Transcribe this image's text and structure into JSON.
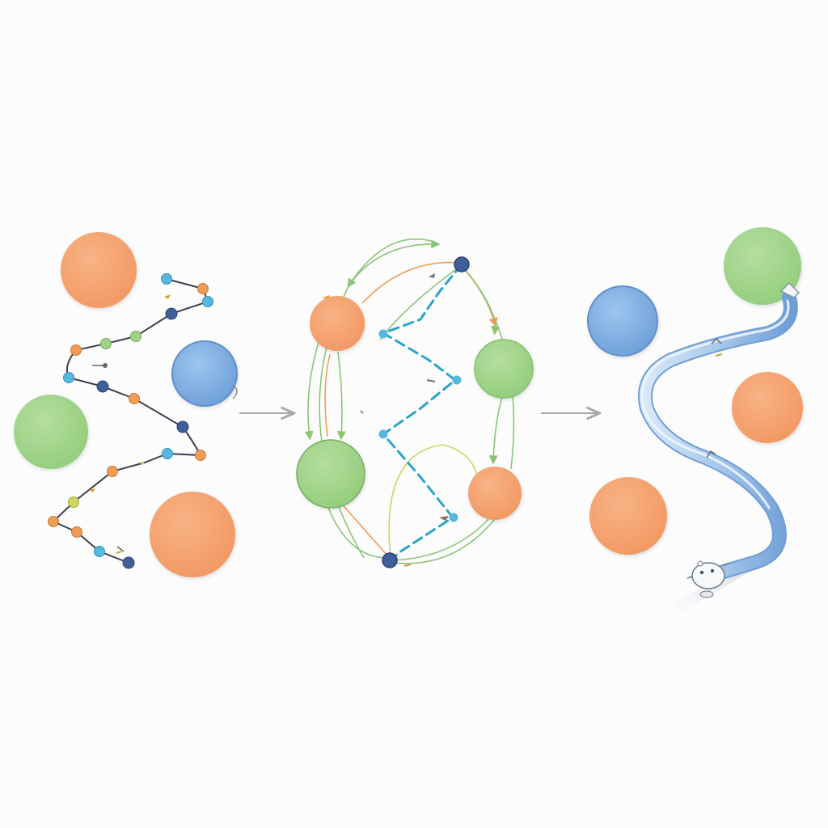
{
  "colors": {
    "background": "#fcfcfc",
    "orange": "#f5a06b",
    "green": "#9fd38a",
    "blue": "#84b2e2",
    "node_dark_blue": "#3e5f9a",
    "node_cyan": "#56b7df",
    "dashed_path": "#2aa6c9",
    "edge_green": "#8cc477",
    "edge_orange": "#ef9d55",
    "edge_yellow": "#cfd463",
    "tube": "#8fb7e3",
    "arrow_gray": "#a7a7a7",
    "chain_line": "#3b4250"
  },
  "panels": [
    {
      "name": "panel-scattered-chain",
      "description_icon": "wandering-chain-icon",
      "circles": [
        "orange",
        "blue",
        "green",
        "orange"
      ]
    },
    {
      "name": "panel-graph-network",
      "description_icon": "graph-network-icon",
      "circles": [
        "orange",
        "green",
        "green",
        "orange"
      ]
    },
    {
      "name": "panel-smooth-path",
      "description_icon": "tube-path-icon",
      "circles": [
        "blue",
        "green",
        "orange",
        "orange"
      ]
    }
  ],
  "arrows": [
    {
      "name": "transition-arrow-1",
      "icon": "right-arrow-icon"
    },
    {
      "name": "transition-arrow-2",
      "icon": "right-arrow-icon"
    }
  ],
  "robot": {
    "icon": "robot-icon"
  }
}
